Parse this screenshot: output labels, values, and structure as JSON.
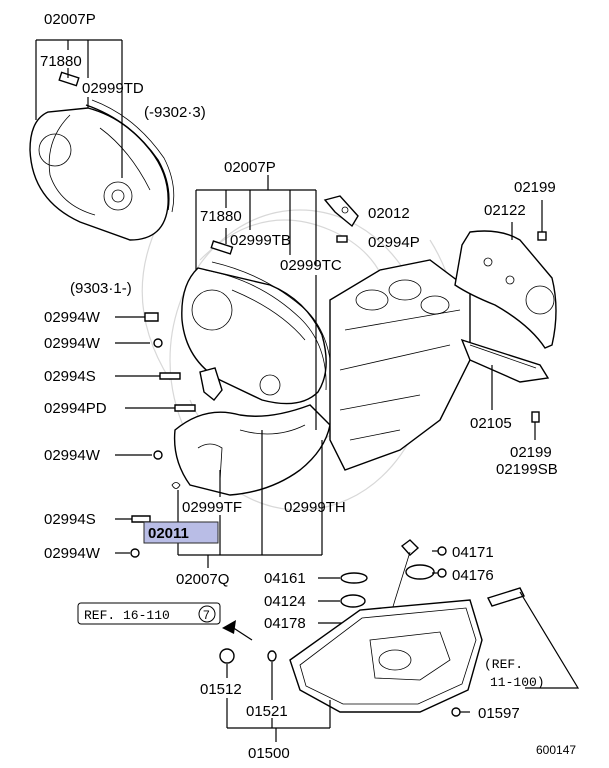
{
  "labels": {
    "l_02007P_top": "02007P",
    "l_71880_top": "71880",
    "l_02999TD": "02999TD",
    "l_date1": "(-9302·3)",
    "l_02007P_mid": "02007P",
    "l_71880_mid": "71880",
    "l_02999TB": "02999TB",
    "l_02999TC": "02999TC",
    "l_02012": "02012",
    "l_02994P": "02994P",
    "l_date2": "(9303·1-)",
    "l_02994W_1": "02994W",
    "l_02994W_2": "02994W",
    "l_02994S_1": "02994S",
    "l_02994PD": "02994PD",
    "l_02994W_3": "02994W",
    "l_02999TF": "02999TF",
    "l_02999TH": "02999TH",
    "l_02994S_2": "02994S",
    "l_02011": "02011",
    "l_02994W_4": "02994W",
    "l_02007Q": "02007Q",
    "l_02199_top": "02199",
    "l_02122": "02122",
    "l_02105": "02105",
    "l_02199_bot": "02199",
    "l_02199SB": "02199SB",
    "l_04161": "04161",
    "l_04171": "04171",
    "l_04176": "04176",
    "l_04124": "04124",
    "l_04178": "04178",
    "l_ref16": "REF. 16-110",
    "l_ref16_circle": "7",
    "l_ref11_a": "(REF.",
    "l_ref11_b": "11-100)",
    "l_01512": "01512",
    "l_01521": "01521",
    "l_01500": "01500",
    "l_01597": "01597",
    "l_code": "600147"
  },
  "highlight": {
    "part": "02011",
    "color": "#b9bde6"
  }
}
